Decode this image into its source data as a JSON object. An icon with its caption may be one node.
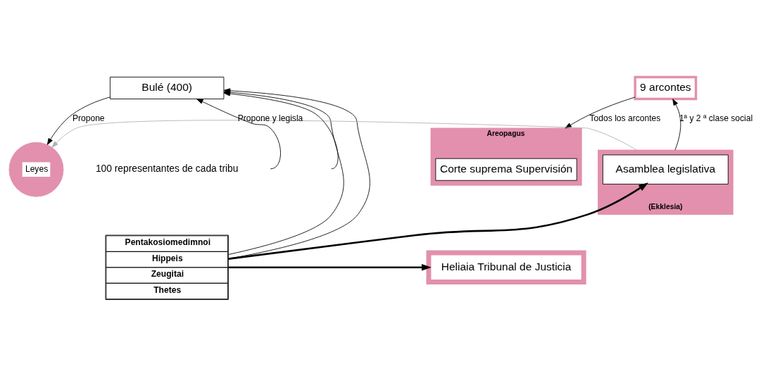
{
  "diagram": {
    "nodes": [
      {
        "text": [
          "Areopagus"
        ]
      },
      {
        "text": [
          "Corte suprema Supervisión"
        ],
        "in": 0
      },
      {
        "text": [
          "Bulé (400)"
        ]
      },
      {
        "text": [
          "9 arcontes"
        ]
      },
      {
        "text": [
          "Leyes"
        ]
      },
      {
        "text": [
          "Heliaia Tribunal de Justicia"
        ]
      },
      {
        "text": [
          "Pentakosiomedimnoi",
          "Hippeis",
          "Zeugitai",
          "Thetes"
        ]
      },
      {
        "text": [
          "(Ekklesia)"
        ]
      },
      {
        "text": [
          "Asamblea legislativa"
        ],
        "in": 7
      }
    ],
    "edges": [
      {
        "from": 3,
        "to": 0,
        "arrow": "to",
        "label": "Todos los arcontes"
      },
      {
        "from": 6,
        "to": 2,
        "arrow": "to"
      },
      {
        "from": null,
        "to": 2,
        "arrow": "to"
      },
      {
        "from": null,
        "to": 2,
        "arrow": "to"
      },
      {
        "from": 6,
        "to": 2,
        "arrow": "to"
      },
      {
        "from": 2,
        "to": 4,
        "arrow": "to",
        "label": "Propone"
      },
      {
        "from": 7,
        "to": 4,
        "arrow": "to",
        "label": "Propone y legisla",
        "color": "#b0b0b0"
      },
      {
        "from": 7,
        "to": 3,
        "arrow": "to",
        "label": "1ª y 2 ª clase social"
      },
      {
        "from": 6,
        "to": 5,
        "arrow": "to",
        "style": "thick"
      },
      {
        "from": 6,
        "to": 8,
        "arrow": "to",
        "style": "thick"
      }
    ],
    "labels": [
      "100 representantes de cada tribu"
    ]
  }
}
